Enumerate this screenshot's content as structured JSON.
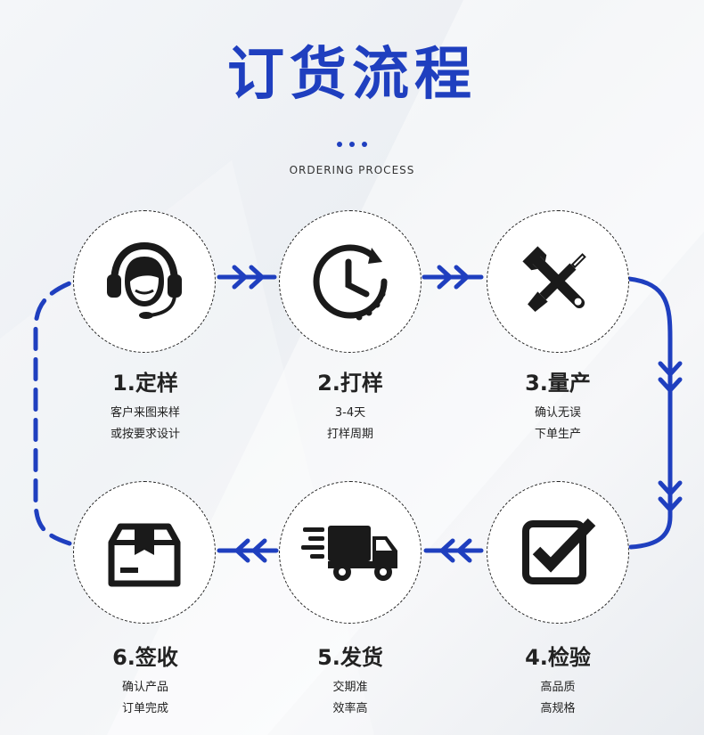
{
  "header": {
    "title": "订货流程",
    "subtitle": "ORDERING PROCESS"
  },
  "colors": {
    "accent": "#1f3fbf",
    "icon": "#1a1a1a"
  },
  "steps": [
    {
      "title": "1.定样",
      "line1": "客户来图来样",
      "line2": "或按要求设计",
      "icon": "headset-icon"
    },
    {
      "title": "2.打样",
      "line1": "3-4天",
      "line2": "打样周期",
      "icon": "clock-icon"
    },
    {
      "title": "3.量产",
      "line1": "确认无误",
      "line2": "下单生产",
      "icon": "tools-icon"
    },
    {
      "title": "4.检验",
      "line1": "高品质",
      "line2": "高规格",
      "icon": "checkbox-icon"
    },
    {
      "title": "5.发货",
      "line1": "交期准",
      "line2": "效率高",
      "icon": "truck-icon"
    },
    {
      "title": "6.签收",
      "line1": "确认产品",
      "line2": "订单完成",
      "icon": "package-icon"
    }
  ]
}
